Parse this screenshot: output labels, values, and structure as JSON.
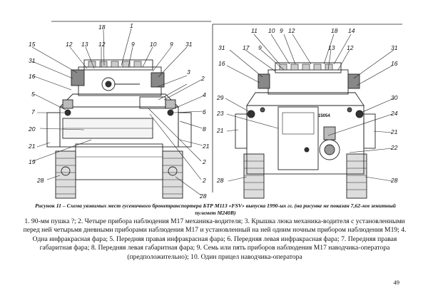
{
  "figure": {
    "caption": "Рисунок 11 – Схема уязвимых мест гусеничного бронетранспортера БТР М113 «FSV» выпуска 1990-ых гг. (на рисунке не показан 7,62-мм зенитный пулемет М240В)",
    "hull_plate_text": "15054",
    "front_view_callouts": [
      "18",
      "1",
      "15",
      "12",
      "13",
      "12",
      "9",
      "10",
      "9",
      "31",
      "31",
      "16",
      "3",
      "2",
      "5",
      "4",
      "7",
      "6",
      "20",
      "8",
      "21",
      "21",
      "19",
      "2",
      "28",
      "2",
      "28"
    ],
    "rear_view_callouts": [
      "11",
      "10",
      "9",
      "12",
      "18",
      "14",
      "31",
      "17",
      "9",
      "13",
      "12",
      "31",
      "16",
      "16",
      "29",
      "30",
      "23",
      "24",
      "21",
      "21",
      "22",
      "28",
      "28"
    ]
  },
  "legend_text": "1. 90-мм пушка ?; 2. Четыре прибора наблюдения М17 механика-водителя; 3. Крышка люка механика-водителя с установленными перед ней четырьмя дневными приборами наблюдения М17 и установленный на ней одним ночным прибором наблюдения М19; 4. Одна инфракрасная фара; 5. Передняя правая инфракрасная фара; 6. Передняя левая инфракрасная фара; 7. Передняя правая габаритная фара; 8. Передняя левая габаритная фара; 9. Семь или пять приборов наблюдения М17 наводчика-оператора (предположительно); 10. Один прицел наводчика-оператора",
  "page_number": "49"
}
